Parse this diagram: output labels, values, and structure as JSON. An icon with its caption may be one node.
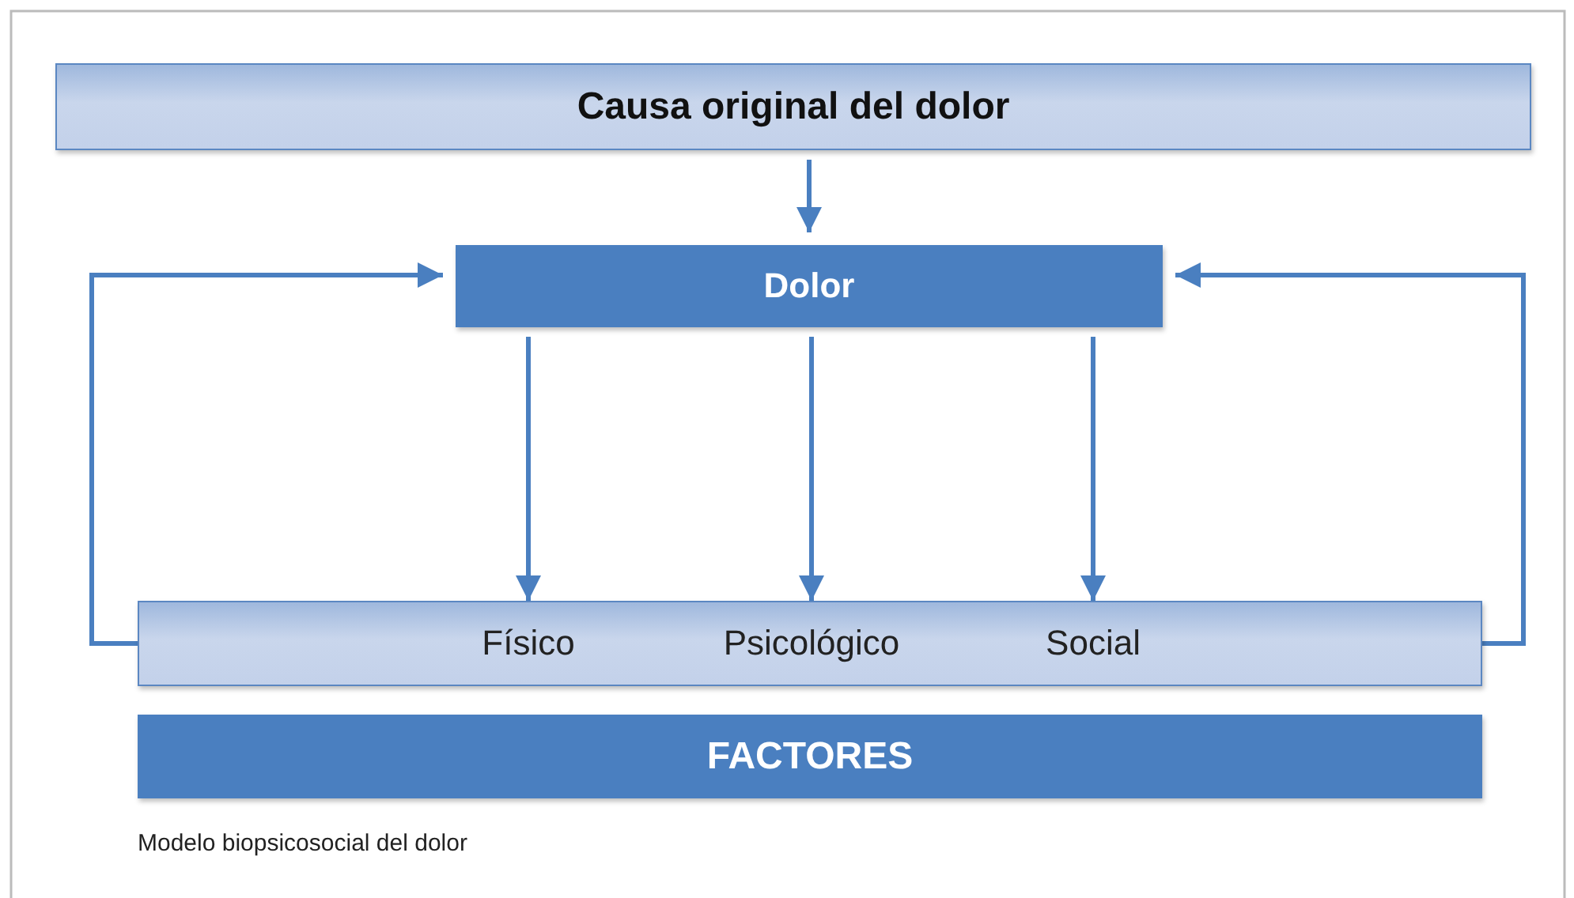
{
  "diagram": {
    "caption": "Modelo biopsicosocial del dolor",
    "nodes": [
      {
        "text": [
          "Causa original del dolor"
        ]
      },
      {
        "text": [
          "Dolor"
        ]
      },
      {
        "text": [],
        "shape": "bar"
      },
      {
        "text": [
          "Físico"
        ],
        "in": 2
      },
      {
        "text": [
          "Psicológico"
        ],
        "in": 2
      },
      {
        "text": [
          "Social"
        ],
        "in": 2
      },
      {
        "text": [
          "FACTORES"
        ]
      }
    ],
    "edges": [
      {
        "from": 0,
        "to": 1,
        "arrow": "to"
      },
      {
        "from": 1,
        "to": 3,
        "arrow": "to"
      },
      {
        "from": 1,
        "to": 4,
        "arrow": "to"
      },
      {
        "from": 1,
        "to": 5,
        "arrow": "to"
      },
      {
        "from": 2,
        "to": 1,
        "arrow": "to"
      },
      {
        "from": 2,
        "to": 1,
        "arrow": "to"
      }
    ]
  }
}
